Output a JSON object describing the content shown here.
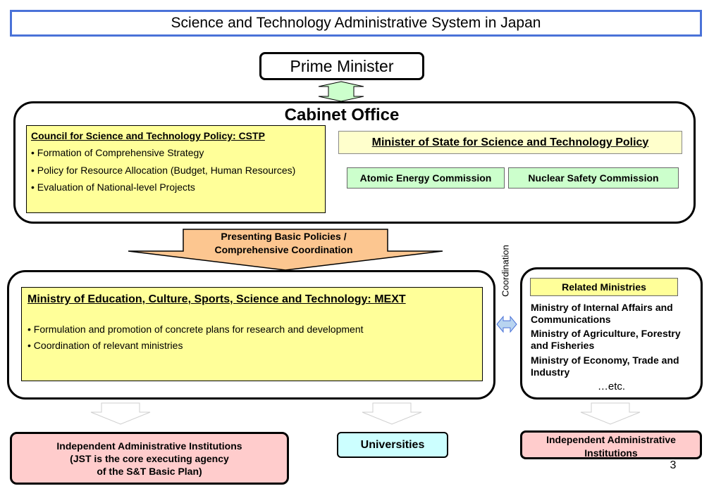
{
  "title": "Science and Technology Administrative System in Japan",
  "prime_minister": "Prime Minister",
  "cabinet": {
    "title": "Cabinet Office",
    "cstp": {
      "heading": "Council for Science and Technology Policy: CSTP",
      "items": [
        "• Formation of Comprehensive Strategy",
        "• Policy for Resource Allocation (Budget, Human Resources)",
        "• Evaluation of National-level Projects"
      ]
    },
    "minister": "Minister of State for Science and Technology Policy",
    "atomic_energy": "Atomic Energy Commission",
    "nuclear_safety": "Nuclear Safety Commission"
  },
  "down_arrow": {
    "line1": "Presenting Basic Policies /",
    "line2": "Comprehensive Coordination"
  },
  "coordination_label": "Coordination",
  "mext": {
    "heading": "Ministry of Education, Culture, Sports, Science and Technology: MEXT",
    "items": [
      "• Formulation and promotion of concrete plans for research and development",
      "• Coordination of relevant ministries"
    ]
  },
  "related": {
    "title": "Related Ministries",
    "items": [
      "Ministry of Internal Affairs and Communications",
      "Ministry of Agriculture, Forestry and Fisheries",
      "Ministry of Economy, Trade and Industry"
    ],
    "etc": "…etc."
  },
  "iai_left": {
    "line1": "Independent Administrative Institutions",
    "line2": "(JST is the core executing agency",
    "line3": "of the S&T Basic Plan)"
  },
  "universities": "Universities",
  "iai_right": {
    "line1": "Independent Administrative",
    "line2": "Institutions"
  },
  "page_number": "3",
  "colors": {
    "title_border": "#4a72d8",
    "yellow": "#ffff99",
    "pale_yellow": "#ffffcc",
    "green": "#ccffcc",
    "pink": "#ffcccc",
    "cyan": "#ccffff",
    "orange_arrow": "#fcc690",
    "double_arrow": "#ccffcc",
    "coord_arrow": "#b8d4f0"
  }
}
